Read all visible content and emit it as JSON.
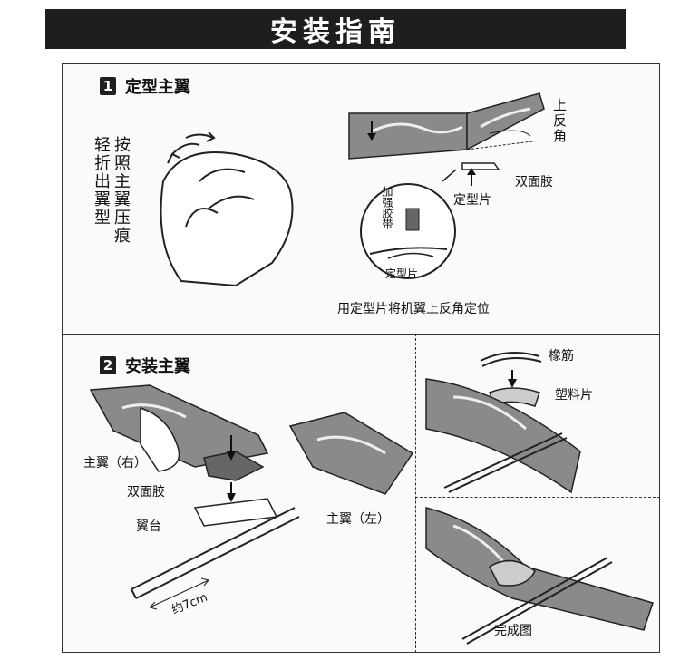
{
  "header": {
    "title": "安装指南"
  },
  "step1": {
    "number": "1",
    "title": "定型主翼",
    "instruction": "按照主翼压痕轻折出翼型",
    "labels": {
      "upper_angle": "上反角",
      "double_sided_tape": "双面胶",
      "shaping_piece": "定型片",
      "reinforcement_tape": "加强胶带",
      "shaping_piece_detail": "定型片"
    },
    "caption": "用定型片将机翼上反角定位"
  },
  "step2": {
    "number": "2",
    "title": "安装主翼",
    "labels": {
      "right_wing": "主翼（右）",
      "double_sided_tape": "双面胶",
      "wing_mount": "翼台",
      "left_wing": "主翼（左）",
      "distance": "约7cm",
      "rubber_band": "橡筋",
      "plastic_piece": "塑料片",
      "finished": "完成图"
    }
  }
}
